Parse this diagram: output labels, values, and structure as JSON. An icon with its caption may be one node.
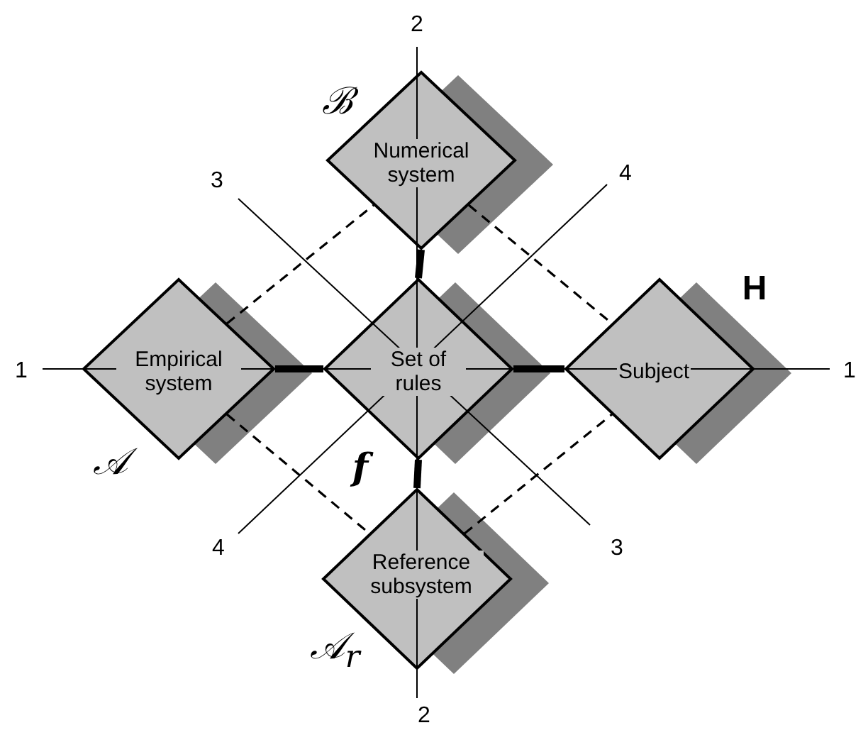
{
  "diagram": {
    "nodes": [
      {
        "text": [
          "Numerical system"
        ],
        "beside": [
          "ℬ"
        ]
      },
      {
        "text": [
          "Empirical system"
        ],
        "beside": [
          "𝒜"
        ]
      },
      {
        "text": [
          "Set of rules"
        ],
        "beside": [
          "f"
        ]
      },
      {
        "text": [
          "Subject"
        ],
        "beside": [
          "H"
        ]
      },
      {
        "text": [
          "Reference subsystem"
        ],
        "beside": [
          "𝒜$_{r}$"
        ]
      }
    ],
    "edges": [
      {
        "from": 0,
        "to": 2,
        "arrow": "none",
        "style": "thick"
      },
      {
        "from": 1,
        "to": 2,
        "arrow": "none",
        "style": "thick"
      },
      {
        "from": 2,
        "to": 3,
        "arrow": "none",
        "style": "thick"
      },
      {
        "from": 2,
        "to": 4,
        "arrow": "none",
        "style": "thick"
      },
      {
        "from": 1,
        "to": 0,
        "arrow": "none",
        "style": "dashed"
      },
      {
        "from": 0,
        "to": 3,
        "arrow": "none",
        "style": "dashed"
      },
      {
        "from": 1,
        "to": 4,
        "arrow": "none",
        "style": "dashed"
      },
      {
        "from": 4,
        "to": 3,
        "arrow": "none",
        "style": "dashed"
      }
    ],
    "labels": [
      "2",
      "3",
      "4",
      "1",
      "1",
      "4",
      "3",
      "2"
    ]
  }
}
